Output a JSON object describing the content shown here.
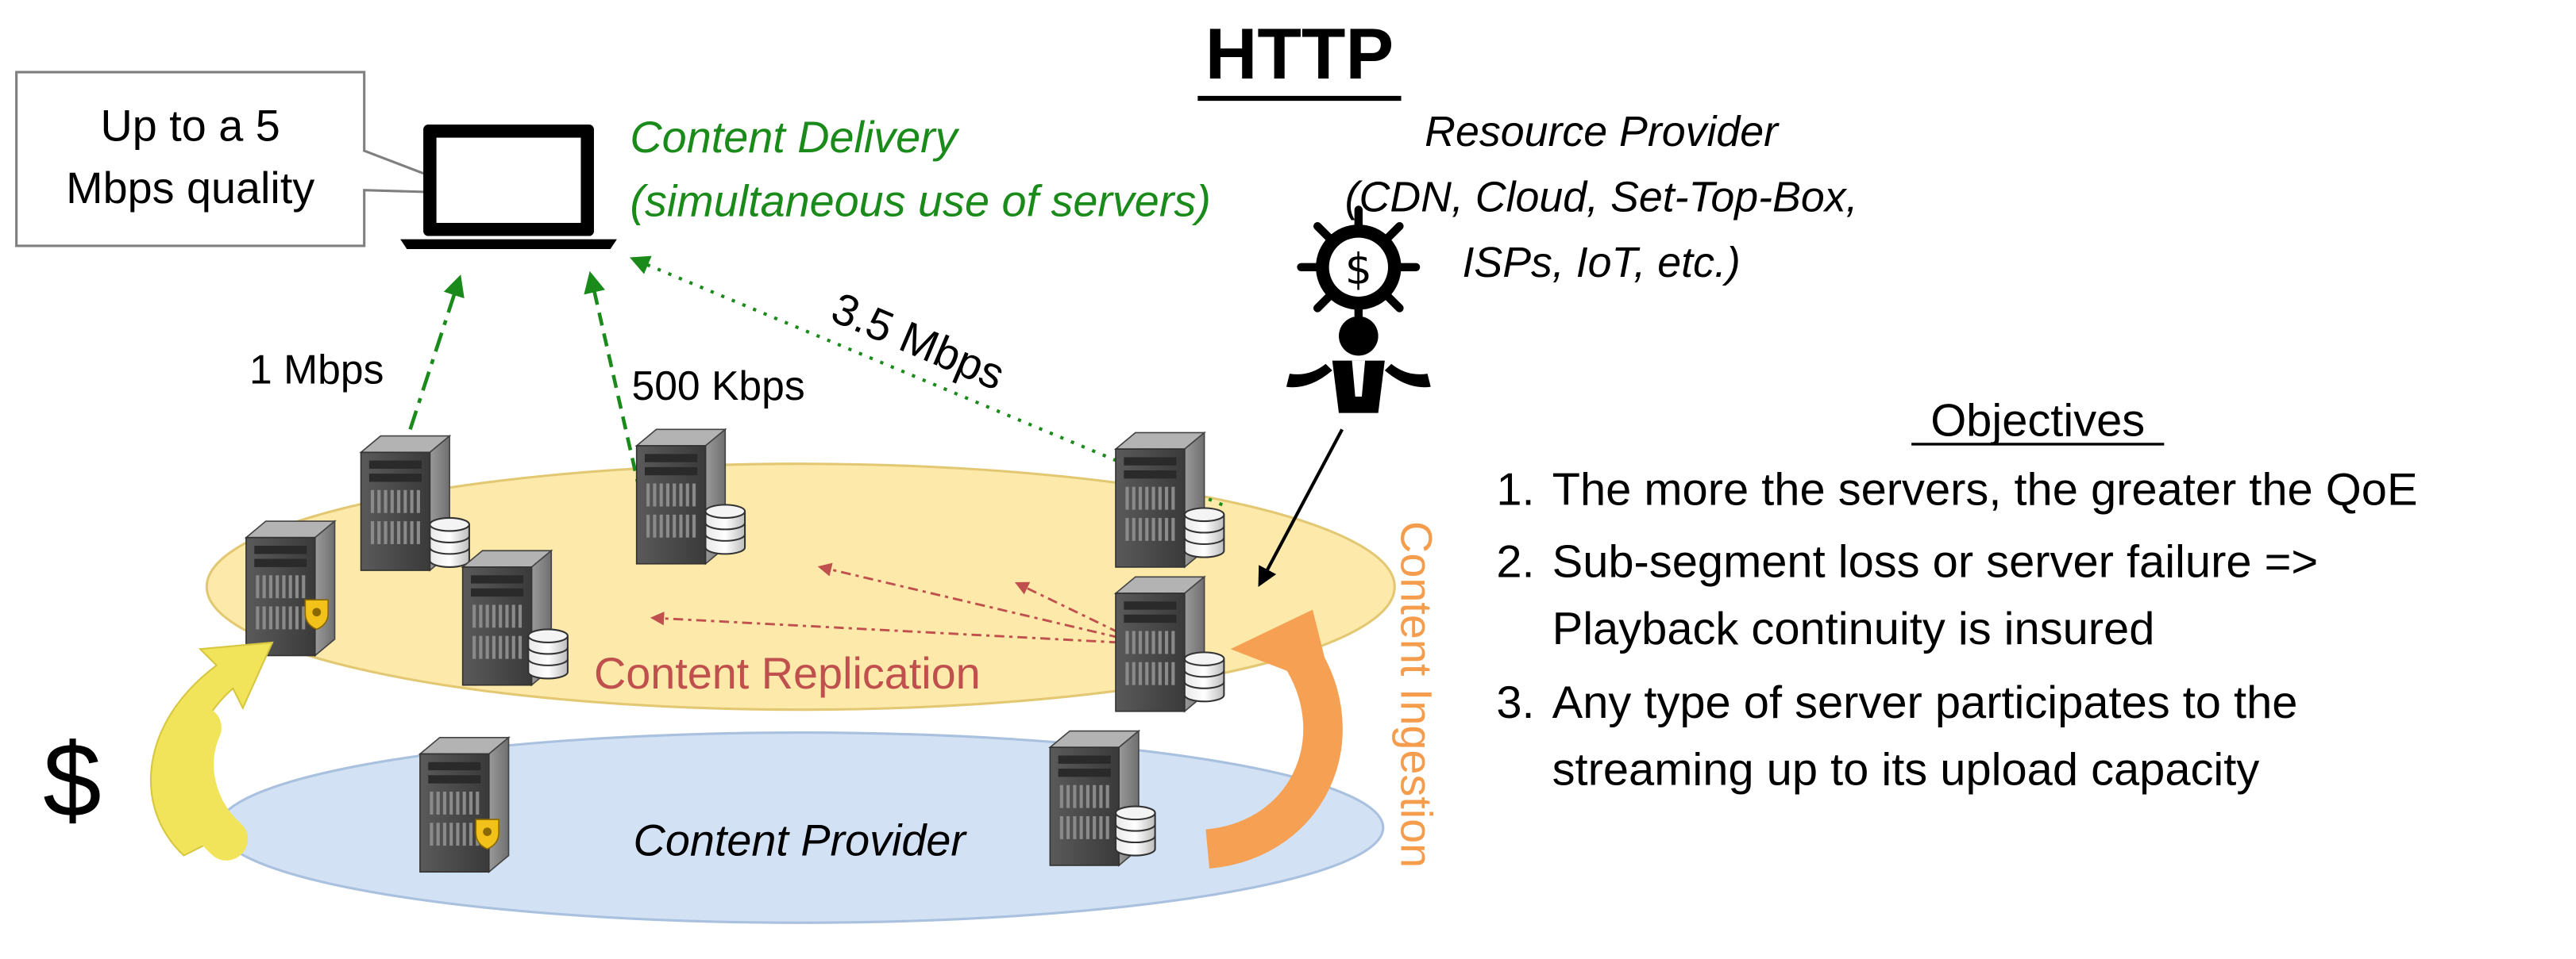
{
  "title": "HTTP",
  "callout": {
    "line1": "Up to a 5",
    "line2": "Mbps quality"
  },
  "delivery": {
    "line1": "Content Delivery",
    "line2": "(simultaneous use of servers)"
  },
  "resource_provider": {
    "line1": "Resource Provider",
    "line2": "(CDN, Cloud, Set-Top-Box,",
    "line3": "ISPs, IoT, etc.)",
    "symbol": "$"
  },
  "rates": {
    "r1": "1 Mbps",
    "r2": "500 Kbps",
    "r3": "3.5 Mbps"
  },
  "replication_label": "Content Replication",
  "provider_label": "Content Provider",
  "ingestion_label": "Content Ingestion",
  "money_symbol": "$",
  "objectives": {
    "heading": "Objectives",
    "items": [
      {
        "num": "1.",
        "lines": [
          "The more the servers, the greater the QoE"
        ]
      },
      {
        "num": "2.",
        "lines": [
          "Sub-segment loss or server failure =>",
          "Playback continuity is insured"
        ]
      },
      {
        "num": "3.",
        "lines": [
          "Any type of server participates to the",
          "streaming up to its upload capacity"
        ]
      }
    ]
  },
  "colors": {
    "green": "#1a8a1a",
    "replication": "#c0504d",
    "ingestion": "#f59d4d",
    "yellow_ellipse": "#fde9a9",
    "blue_ellipse": "#d2e1f3",
    "yellow_arrow": "#f1e35a",
    "orange_arrow": "#f5a052"
  }
}
